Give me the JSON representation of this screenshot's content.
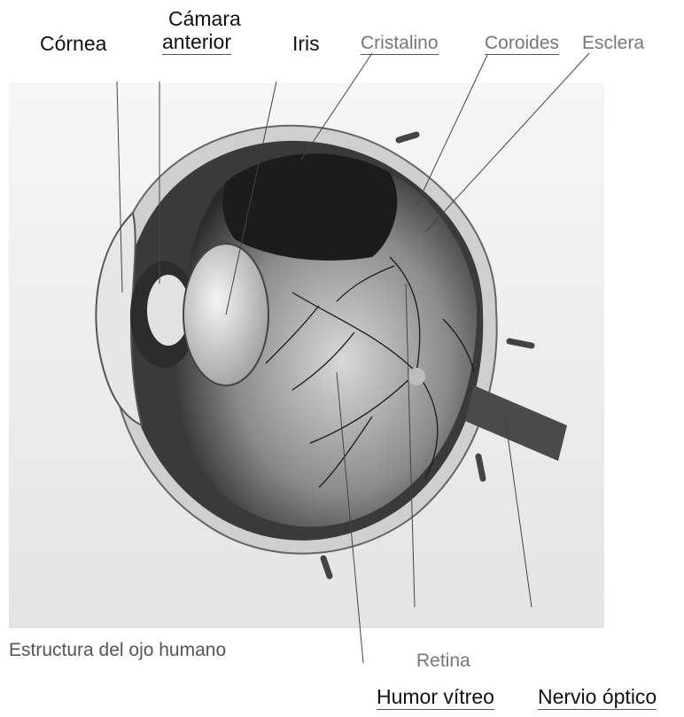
{
  "labels": {
    "cornea": "Córnea",
    "camara_line1": "Cámara",
    "camara_line2": "anterior",
    "iris": "Iris",
    "cristalino": "Cristalino",
    "coroides": "Coroides",
    "esclera": "Esclera",
    "retina": "Retina",
    "humor_vitreo": "Humor vítreo",
    "nervio_optico": "Nervio óptico"
  },
  "caption": "Estructura del ojo humano"
}
